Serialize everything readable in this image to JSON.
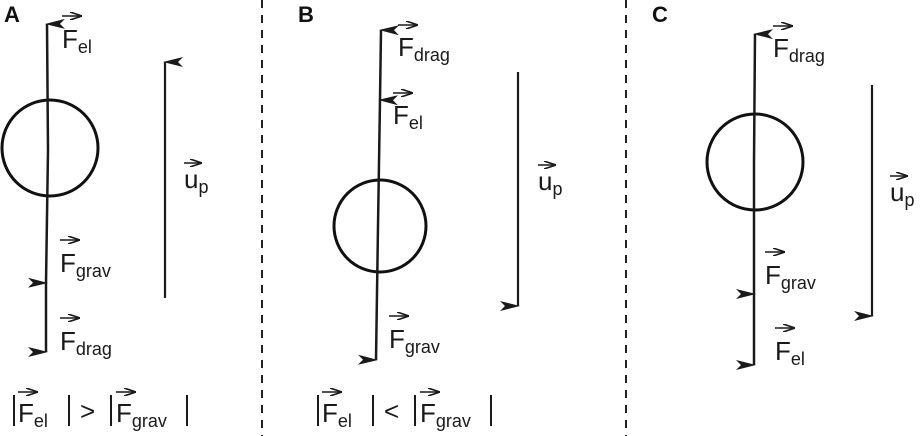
{
  "panels": [
    {
      "letter": "A",
      "labels": {
        "top": "F",
        "top_sub": "el",
        "mid": "F",
        "mid_sub": "grav",
        "bot": "F",
        "bot_sub": "drag",
        "u": "u",
        "u_sub": "p"
      },
      "relation": {
        "lhs_sub": "el",
        "op": ">",
        "rhs_sub": "grav"
      }
    },
    {
      "letter": "B",
      "labels": {
        "top": "F",
        "top_sub": "drag",
        "mid": "F",
        "mid_sub": "el",
        "bot": "F",
        "bot_sub": "grav",
        "u": "u",
        "u_sub": "p"
      },
      "relation": {
        "lhs_sub": "el",
        "op": "<",
        "rhs_sub": "grav"
      }
    },
    {
      "letter": "C",
      "labels": {
        "top": "F",
        "top_sub": "drag",
        "mid": "F",
        "mid_sub": "grav",
        "bot": "F",
        "bot_sub": "el",
        "u": "u",
        "u_sub": "p"
      }
    }
  ],
  "relation_symbol": "F"
}
